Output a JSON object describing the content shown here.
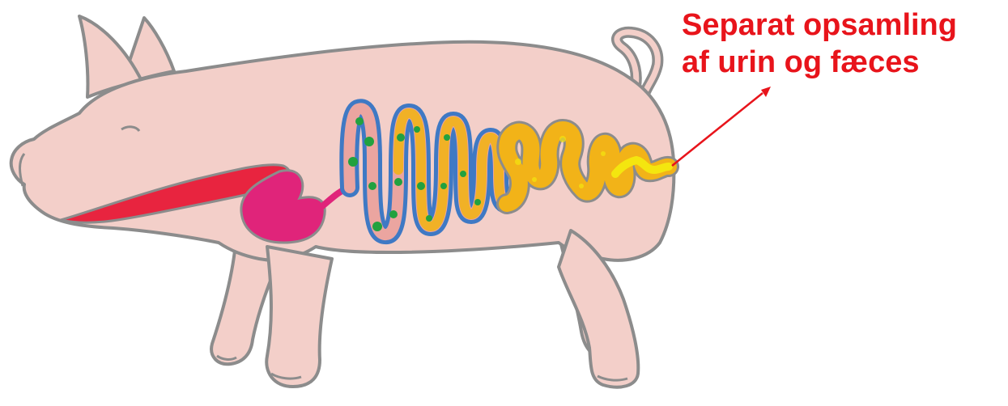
{
  "annotation": {
    "line1": "Separat opsamling",
    "line2": "af urin og fæces"
  },
  "colors": {
    "body_fill": "#f3cfc9",
    "outline": "#8c8c8c",
    "esophagus": "#e8243f",
    "stomach": "#e0247a",
    "small_intestine_fill": "#eba5a0",
    "small_intestine_outline": "#3f79c4",
    "villi_dots": "#22a13f",
    "large_intestine": "#f2b318",
    "colon_yellow": "#f4e60f",
    "annotation_text": "#e8141b",
    "arrow": "#e8141b"
  },
  "icons": {
    "figure": "pig-digestive-system-illustration",
    "pointer": "arrow-icon"
  }
}
